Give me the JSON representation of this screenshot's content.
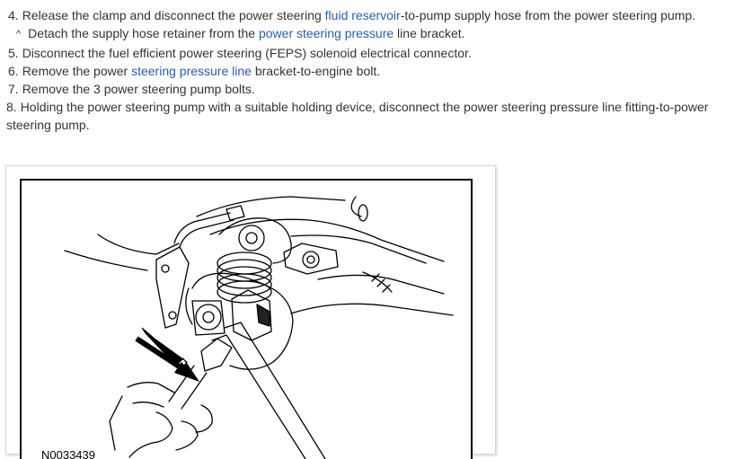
{
  "steps": [
    {
      "num": "4.",
      "pre": "Release the clamp and disconnect the power steering ",
      "link": "fluid reservoir",
      "post": "-to-pump supply hose from the power steering pump."
    },
    {
      "marker": "^",
      "pre": "Detach the supply hose retainer from the ",
      "link": "power steering pressure",
      "post": " line bracket."
    },
    {
      "num": "5.",
      "text": "Disconnect the fuel efficient power steering (FEPS) solenoid electrical connector."
    },
    {
      "num": "6.",
      "pre": "Remove the power ",
      "link": "steering pressure line",
      "post": " bracket-to-engine bolt."
    },
    {
      "num": "7.",
      "text": "Remove the 3 power steering pump bolts."
    },
    {
      "num": "8.",
      "text": "Holding the power steering pump with a suitable holding device, disconnect the power steering pressure line fitting-to-power steering pump."
    }
  ],
  "figure": {
    "id_label": "N0033439",
    "arrow_icon": "black-arrow-icon"
  },
  "colors": {
    "text": "#333333",
    "link": "#2a5db0"
  }
}
